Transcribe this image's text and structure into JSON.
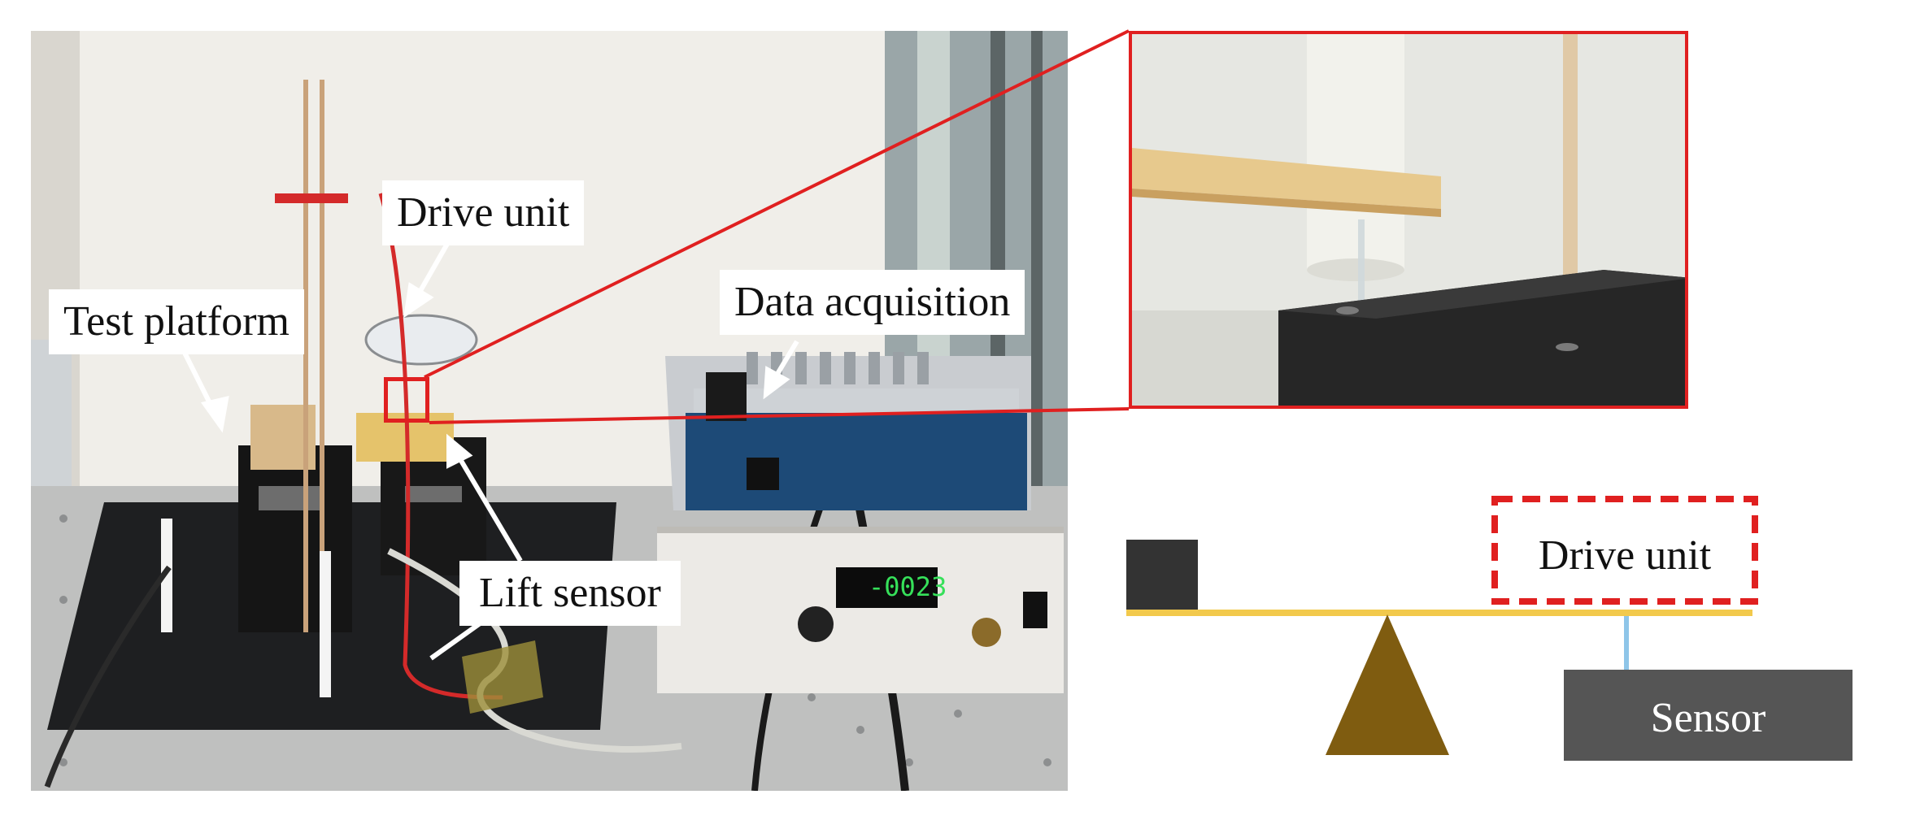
{
  "photo": {
    "labels": {
      "drive_unit": "Drive unit",
      "test_platform": "Test platform",
      "data_acquisition": "Data acquisition",
      "lift_sensor": "Lift sensor"
    },
    "display_reading": "-0023"
  },
  "schematic": {
    "drive_unit_label": "Drive unit",
    "sensor_label": "Sensor"
  },
  "colors": {
    "highlight_red": "#e02020",
    "beam_yellow": "#f2c94c",
    "fulcrum_brown": "#7f5c10",
    "sensor_gray": "#555555",
    "weight_black": "#333333",
    "connector_blue": "#8ec5e8",
    "display_green": "#36e05a"
  }
}
